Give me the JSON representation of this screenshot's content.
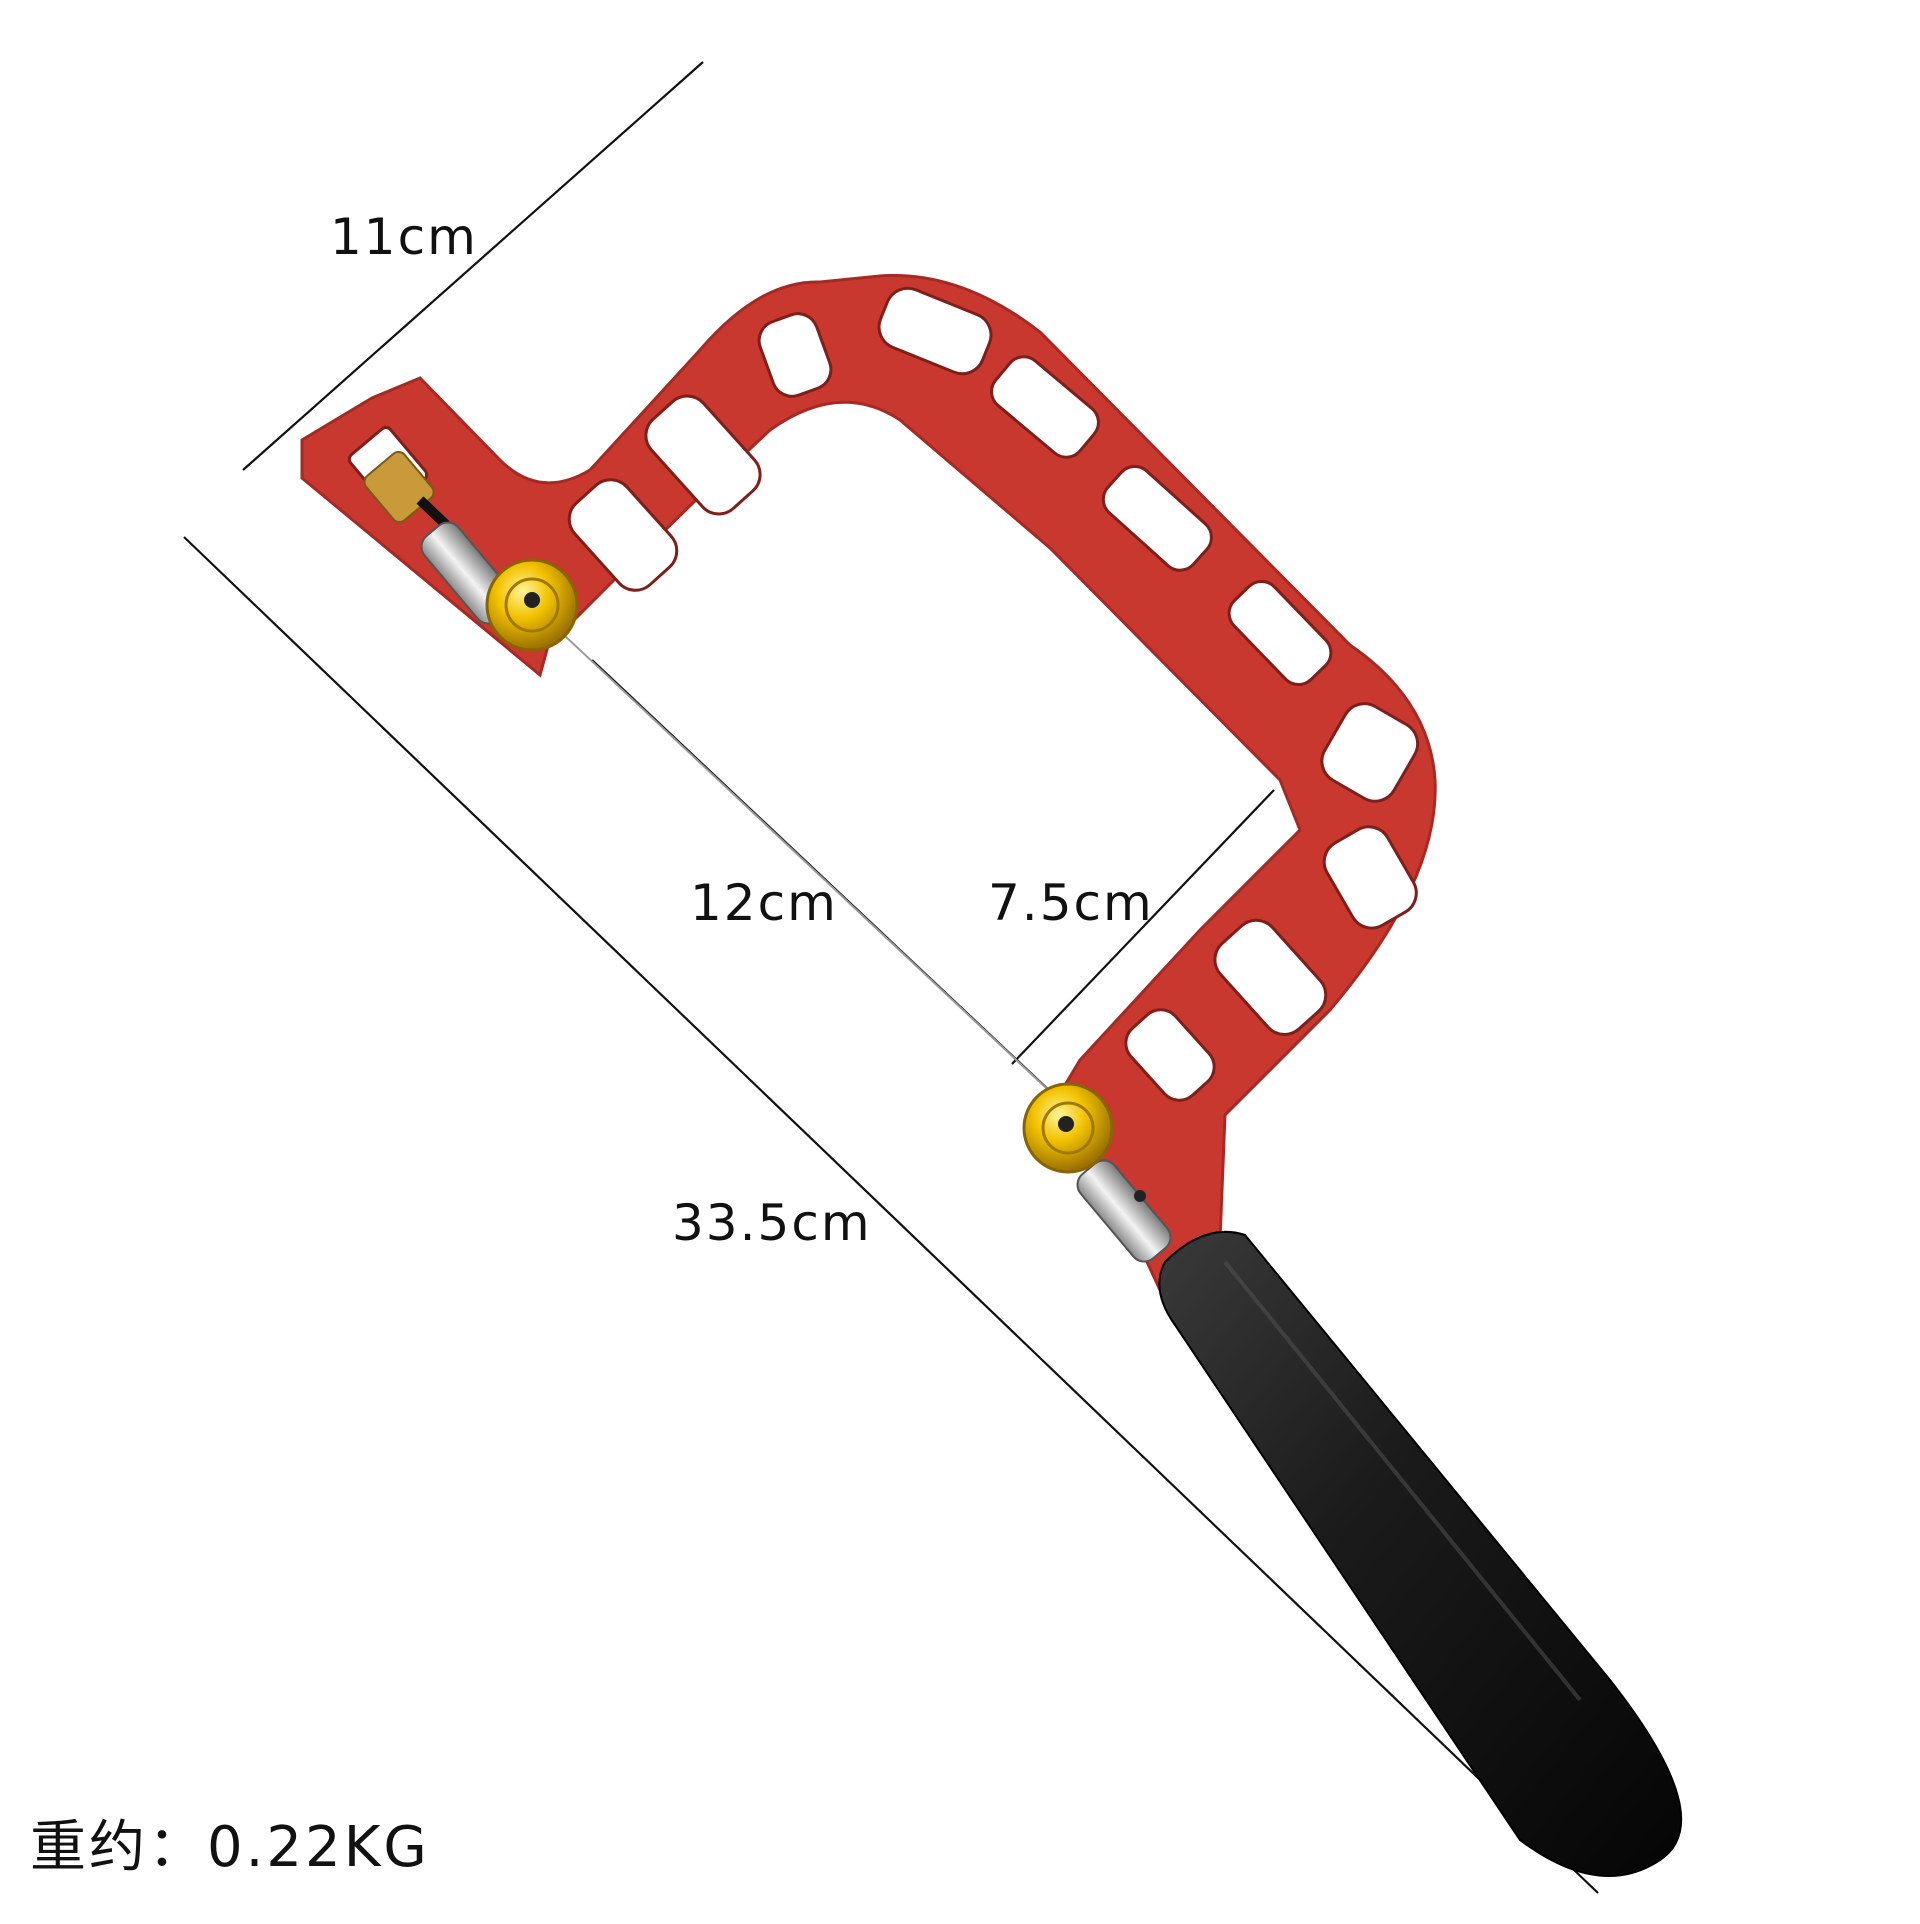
{
  "dimensions": {
    "frame_width": "11cm",
    "blade_length": "12cm",
    "throat_depth": "7.5cm",
    "overall_length": "33.5cm"
  },
  "weight": "重约：0.22KG",
  "colors": {
    "frame": "#c8382f",
    "frame_dark": "#a52a24",
    "handle": "#1b1b1b",
    "knob_gold": "#e8b400",
    "brass": "#c99a3a",
    "line": "#111111"
  },
  "icons": [
    "saw-frame-icon",
    "handle-icon",
    "gold-knob-icon",
    "brass-screw-icon"
  ]
}
